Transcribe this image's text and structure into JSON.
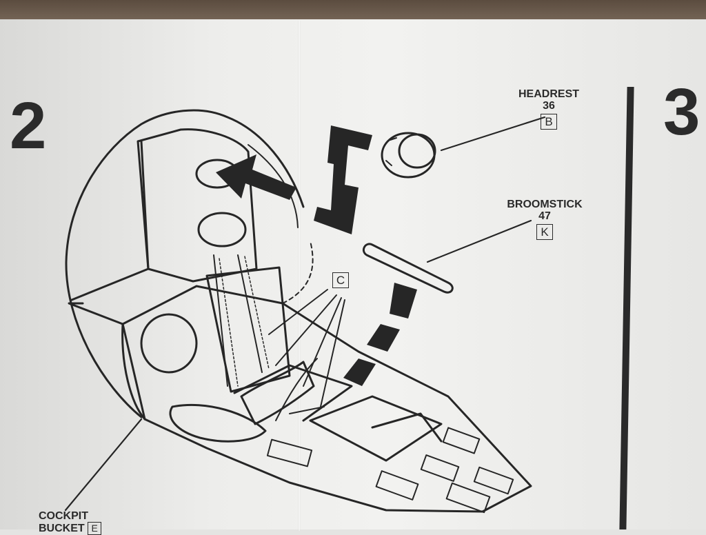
{
  "steps": {
    "left": "2",
    "right": "3"
  },
  "parts": {
    "headrest": {
      "name": "HEADREST",
      "number": "36",
      "sprue": "B"
    },
    "broomstick": {
      "name": "BROOMSTICK",
      "number": "47",
      "sprue": "K"
    },
    "harness": {
      "sprue": "C"
    },
    "cockpit": {
      "name_line1": "COCKPIT",
      "name_line2": "BUCKET",
      "sprue": "E"
    }
  }
}
